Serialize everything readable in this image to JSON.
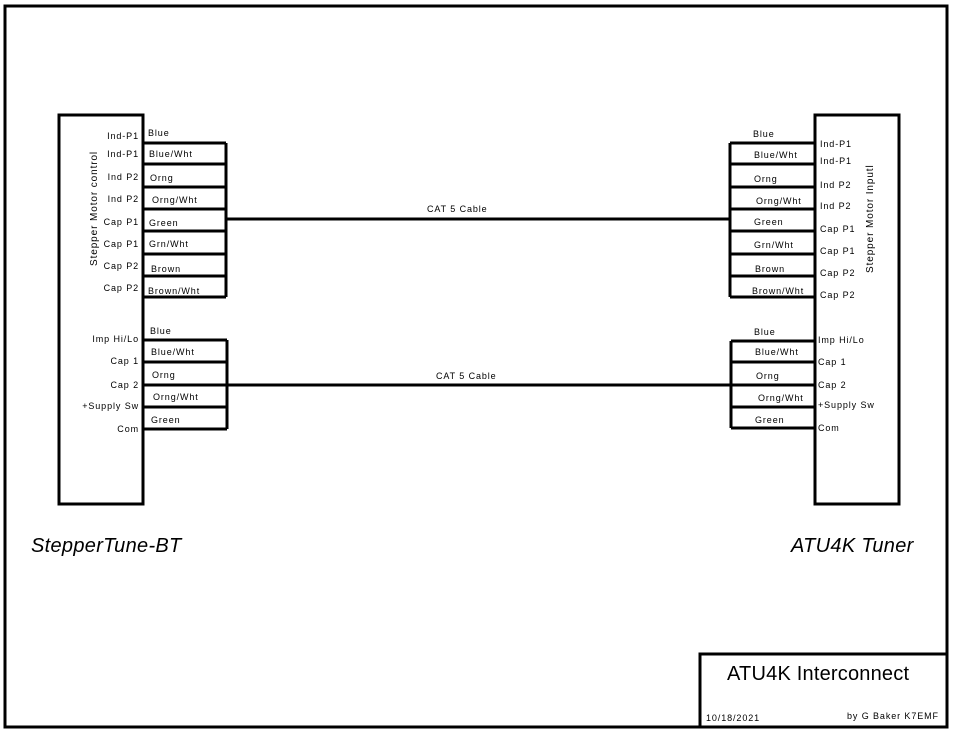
{
  "diagram": {
    "left_device": {
      "name": "StepperTune-BT",
      "connector1_label": "Stepper Motor control",
      "connector1_pins": [
        "Ind-P1",
        "Ind-P1",
        "Ind P2",
        "Ind P2",
        "Cap P1",
        "Cap P1",
        "Cap P2",
        "Cap P2"
      ],
      "connector2_pins": [
        "Imp Hi/Lo",
        "Cap 1",
        "Cap 2",
        "+Supply Sw",
        "Com"
      ]
    },
    "right_device": {
      "name": "ATU4K Tuner",
      "connector1_label": "Stepper Motor Inputl",
      "connector1_pins": [
        "Ind-P1",
        "Ind-P1",
        "Ind P2",
        "Ind P2",
        "Cap P1",
        "Cap P1",
        "Cap P2",
        "Cap P2"
      ],
      "connector2_pins": [
        "Imp Hi/Lo",
        "Cap 1",
        "Cap 2",
        "+Supply Sw",
        "Com"
      ]
    },
    "cable1": {
      "label": "CAT 5 Cable",
      "wires": [
        "Blue",
        "Blue/Wht",
        "Orng",
        "Orng/Wht",
        "Green",
        "Grn/Wht",
        "Brown",
        "Brown/Wht"
      ]
    },
    "cable2": {
      "label": "CAT 5 Cable",
      "wires": [
        "Blue",
        "Blue/Wht",
        "Orng",
        "Orng/Wht",
        "Green"
      ]
    },
    "title_block": {
      "title": "ATU4K Interconnect",
      "date": "10/18/2021",
      "author": "by G Baker K7EMF"
    }
  }
}
